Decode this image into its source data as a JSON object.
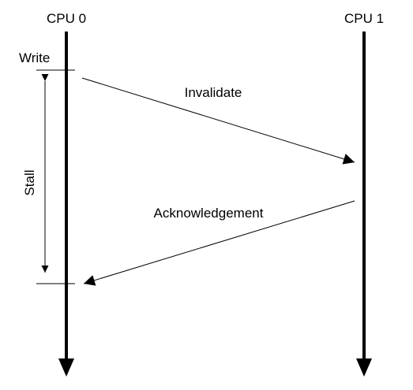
{
  "lifelines": [
    {
      "label": "CPU 0"
    },
    {
      "label": "CPU 1"
    }
  ],
  "events": {
    "write": "Write",
    "stall": "Stall"
  },
  "messages": [
    {
      "label": "Invalidate",
      "from": "CPU 0",
      "to": "CPU 1"
    },
    {
      "label": "Acknowledgement",
      "from": "CPU 1",
      "to": "CPU 0"
    }
  ],
  "colors": {
    "line": "#000000",
    "background": "#ffffff"
  }
}
